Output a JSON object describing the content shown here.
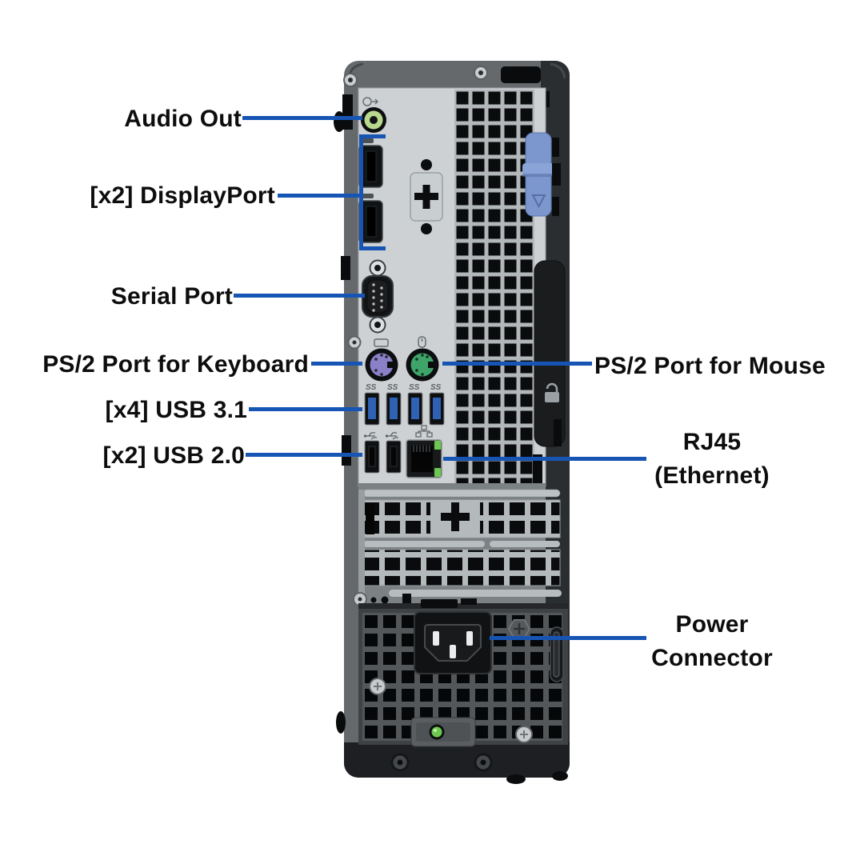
{
  "page": {
    "background": "#ffffff",
    "type": "hardware-port-diagram"
  },
  "colors": {
    "accent": "#1655b4",
    "label_text": "#0d0d0d",
    "audio_jack": "#b8d88e",
    "ps2_keyboard": "#8a80c8",
    "ps2_mouse": "#3fa46a",
    "usb3_tongue": "#2f62b5",
    "latch": "#7b97ce",
    "psu_led": "#6cc94f"
  },
  "labels": {
    "audio_out": "Audio Out",
    "displayport": "[x2] DisplayPort",
    "serial_port": "Serial Port",
    "ps2_keyboard": "PS/2 Port for Keyboard",
    "usb31": "[x4] USB 3.1",
    "usb20": "[x2] USB 2.0",
    "ps2_mouse": "PS/2 Port for Mouse",
    "rj45": [
      "RJ45",
      "(Ethernet)"
    ],
    "power": [
      "Power",
      "Connector"
    ]
  },
  "glyphs": {
    "usb3_mark": "SS"
  },
  "icons": {
    "audio": "line-out-icon",
    "displayport": "dp-logo-icon",
    "keyboard": "keyboard-icon",
    "mouse": "mouse-icon",
    "usb3": "superspeed-usb-icon",
    "usb2": "usb-icon",
    "network": "network-icon",
    "lock": "padlock-icon"
  }
}
